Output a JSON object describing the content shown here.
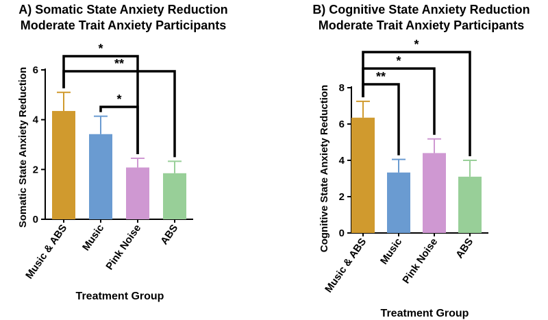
{
  "chart_data": [
    {
      "type": "bar",
      "title": "A) Somatic State Anxiety Reduction",
      "subtitle": "Moderate Trait Anxiety Participants",
      "xlabel": "Treatment Group",
      "ylabel": "Somatic State Anxiety Reduction",
      "ylim": [
        0,
        6
      ],
      "yticks": [
        0,
        2,
        4,
        6
      ],
      "categories": [
        "Music & ABS",
        "Music",
        "Pink Noise",
        "ABS"
      ],
      "values": [
        4.35,
        3.42,
        2.08,
        1.85
      ],
      "error": [
        0.75,
        0.72,
        0.37,
        0.48
      ],
      "colors": [
        "#D09A2E",
        "#6A9BD1",
        "#CF98D2",
        "#98CF98"
      ],
      "grid": false,
      "significance": [
        {
          "from": "Music",
          "to": "Pink Noise",
          "label": "*"
        },
        {
          "from": "Music & ABS",
          "to": "Pink Noise",
          "label": "*"
        },
        {
          "from": "Music & ABS",
          "to": "ABS",
          "label": "**"
        }
      ]
    },
    {
      "type": "bar",
      "title": "B) Cognitive State Anxiety Reduction",
      "subtitle": "Moderate Trait Anxiety Participants",
      "xlabel": "Treatment Group",
      "ylabel": "Cognitive State Anxiety Reduction",
      "ylim": [
        0,
        8
      ],
      "yticks": [
        0,
        2,
        4,
        6,
        8
      ],
      "categories": [
        "Music & ABS",
        "Music",
        "Pink Noise",
        "ABS"
      ],
      "values": [
        6.35,
        3.33,
        4.4,
        3.1
      ],
      "error": [
        0.9,
        0.72,
        0.78,
        0.9
      ],
      "colors": [
        "#D09A2E",
        "#6A9BD1",
        "#CF98D2",
        "#98CF98"
      ],
      "grid": false,
      "significance": [
        {
          "from": "Music & ABS",
          "to": "Music",
          "label": "**"
        },
        {
          "from": "Music & ABS",
          "to": "Pink Noise",
          "label": "*"
        },
        {
          "from": "Music & ABS",
          "to": "ABS",
          "label": "*"
        }
      ]
    }
  ]
}
